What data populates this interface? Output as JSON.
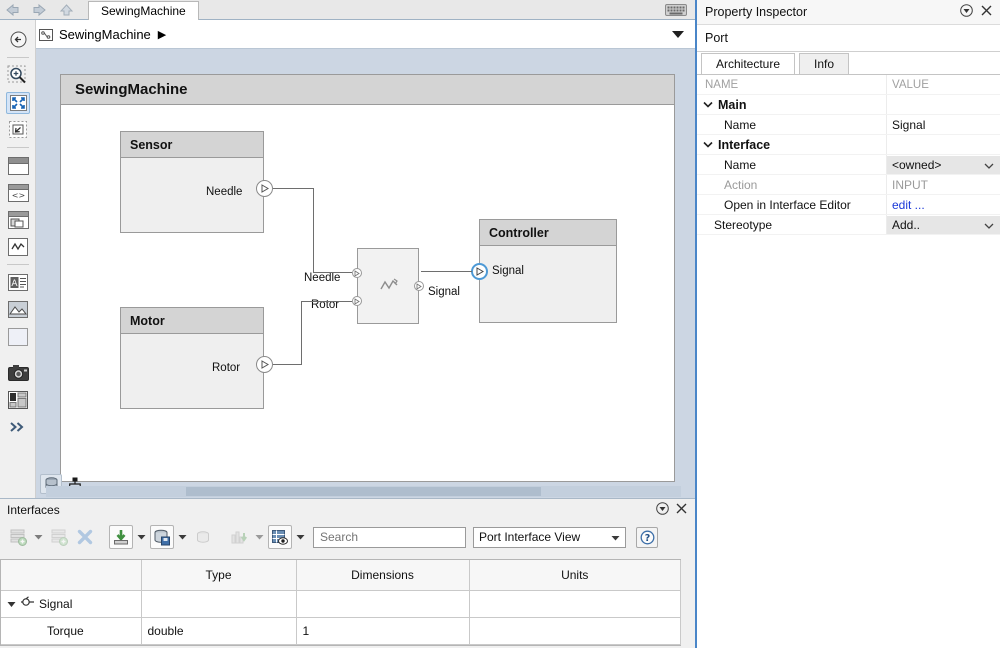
{
  "window": {
    "tab_label": "SewingMachine",
    "keyboard_icon": "keyboard-icon",
    "nav": [
      {
        "name": "back-arrow-icon"
      },
      {
        "name": "forward-arrow-icon"
      },
      {
        "name": "up-arrow-icon"
      }
    ]
  },
  "breadcrumb": {
    "icon": "model-icon",
    "label": "SewingMachine",
    "separator": "▶",
    "dropdown_icon": "chevron-down-icon"
  },
  "rail": {
    "items": [
      {
        "name": "back-navigate-icon",
        "title": "Back"
      },
      {
        "name": "zoom-in-icon",
        "title": "Zoom In"
      },
      {
        "name": "fit-to-view-icon",
        "title": "Fit To View",
        "selected": true
      },
      {
        "name": "zoom-region-icon",
        "title": "Zoom Region"
      },
      {
        "name": "component-icon",
        "title": "Component"
      },
      {
        "name": "reference-component-icon",
        "title": "Reference Component"
      },
      {
        "name": "variant-component-icon",
        "title": "Variant Component"
      },
      {
        "name": "adapter-icon",
        "title": "Adapter"
      },
      {
        "name": "annotation-text-icon",
        "title": "Text Annotation"
      },
      {
        "name": "image-annotation-icon",
        "title": "Image Annotation"
      },
      {
        "name": "area-icon",
        "title": "Area"
      },
      {
        "name": "camera-icon",
        "title": "Camera"
      },
      {
        "name": "report-icon",
        "title": "Report"
      },
      {
        "name": "more-chevrons-icon",
        "title": "More"
      }
    ]
  },
  "canvas": {
    "model_name": "SewingMachine",
    "components": [
      {
        "name": "Sensor",
        "port": {
          "label": "Needle",
          "direction": "out"
        }
      },
      {
        "name": "Motor",
        "port": {
          "label": "Rotor",
          "direction": "out"
        }
      },
      {
        "name": "Controller",
        "port": {
          "label": "Signal",
          "direction": "in",
          "highlighted": true
        }
      }
    ],
    "adapter": {
      "icon": "adapter-diamond-icon",
      "in_ports": [
        "Needle",
        "Rotor"
      ],
      "out_ports": [
        "Signal"
      ]
    },
    "badges": [
      {
        "name": "data-dictionary-badge-icon"
      },
      {
        "name": "hierarchy-badge-icon"
      }
    ]
  },
  "interfaces_panel": {
    "title": "Interfaces",
    "title_actions": [
      {
        "name": "panel-options-icon"
      },
      {
        "name": "panel-close-icon"
      }
    ],
    "toolbar": {
      "buttons": [
        {
          "name": "add-interface-icon",
          "enabled": false,
          "caret": true
        },
        {
          "name": "add-element-icon",
          "enabled": false,
          "caret": false
        },
        {
          "name": "delete-icon",
          "enabled": false,
          "caret": false
        },
        {
          "name": "import-icon",
          "enabled": true,
          "caret": true
        },
        {
          "name": "save-dictionary-icon",
          "enabled": true,
          "caret": true
        },
        {
          "name": "link-dictionary-icon",
          "enabled": false,
          "caret": false
        },
        {
          "name": "assign-icon",
          "enabled": false,
          "caret": true
        },
        {
          "name": "highlight-view-icon",
          "enabled": true,
          "caret": true
        }
      ],
      "search_placeholder": "Search",
      "search_value": "",
      "search_icon": "search-icon",
      "view_selected": "Port Interface View",
      "view_caret_icon": "caret-down-icon",
      "help_icon": "help-icon"
    },
    "table": {
      "columns": [
        "",
        "Type",
        "Dimensions",
        "Units"
      ],
      "rows": [
        {
          "name": "Signal",
          "type": "",
          "dimensions": "",
          "units": "",
          "level": 0,
          "expanded": true,
          "icon": "interface-icon"
        },
        {
          "name": "Torque",
          "type": "double",
          "dimensions": "1",
          "units": "",
          "level": 1,
          "expanded": false,
          "icon": ""
        }
      ]
    }
  },
  "property_inspector": {
    "title": "Property Inspector",
    "title_actions": [
      {
        "name": "panel-options-icon"
      },
      {
        "name": "panel-close-icon"
      }
    ],
    "subject": "Port",
    "tabs": [
      {
        "label": "Architecture",
        "active": true
      },
      {
        "label": "Info",
        "active": false
      }
    ],
    "header": {
      "name_col": "NAME",
      "value_col": "VALUE"
    },
    "groups": [
      {
        "label": "Main",
        "expanded": true,
        "rows": [
          {
            "label": "Name",
            "value": "Signal",
            "kind": "text"
          }
        ]
      },
      {
        "label": "Interface",
        "expanded": true,
        "rows": [
          {
            "label": "Name",
            "value": "<owned>",
            "kind": "dropdown"
          },
          {
            "label": "Action",
            "value": "INPUT",
            "kind": "readonly"
          },
          {
            "label": "Open in Interface Editor",
            "value": "edit ...",
            "kind": "link"
          },
          {
            "label": "Stereotype",
            "value": "Add..",
            "kind": "dropdown",
            "outdent": true
          }
        ]
      }
    ]
  },
  "colors": {
    "accent": "#4a86c8",
    "canvas_bg": "#ccd6e3",
    "component_header": "#d4d4d4",
    "component_body": "#efefef",
    "link": "#1a38d8",
    "port_highlight": "#4e9ad6"
  }
}
